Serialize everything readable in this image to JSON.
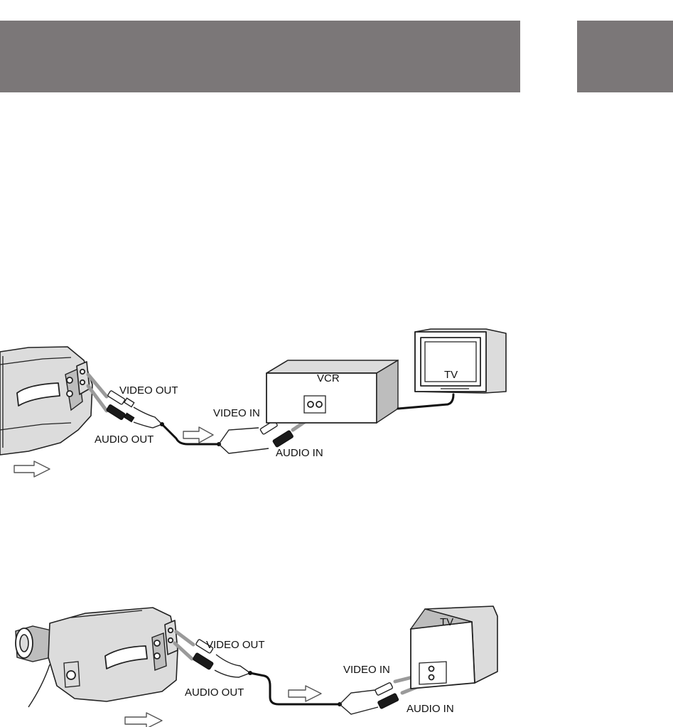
{
  "diagram_top": {
    "video_out": "VIDEO OUT",
    "audio_out": "AUDIO OUT",
    "vcr": "VCR",
    "tv": "TV",
    "video_in": "VIDEO IN",
    "audio_in": "AUDIO IN"
  },
  "diagram_bottom": {
    "video_out": "VIDEO OUT",
    "audio_out": "AUDIO OUT",
    "tv": "TV",
    "video_in": "VIDEO IN",
    "audio_in": "AUDIO IN"
  }
}
